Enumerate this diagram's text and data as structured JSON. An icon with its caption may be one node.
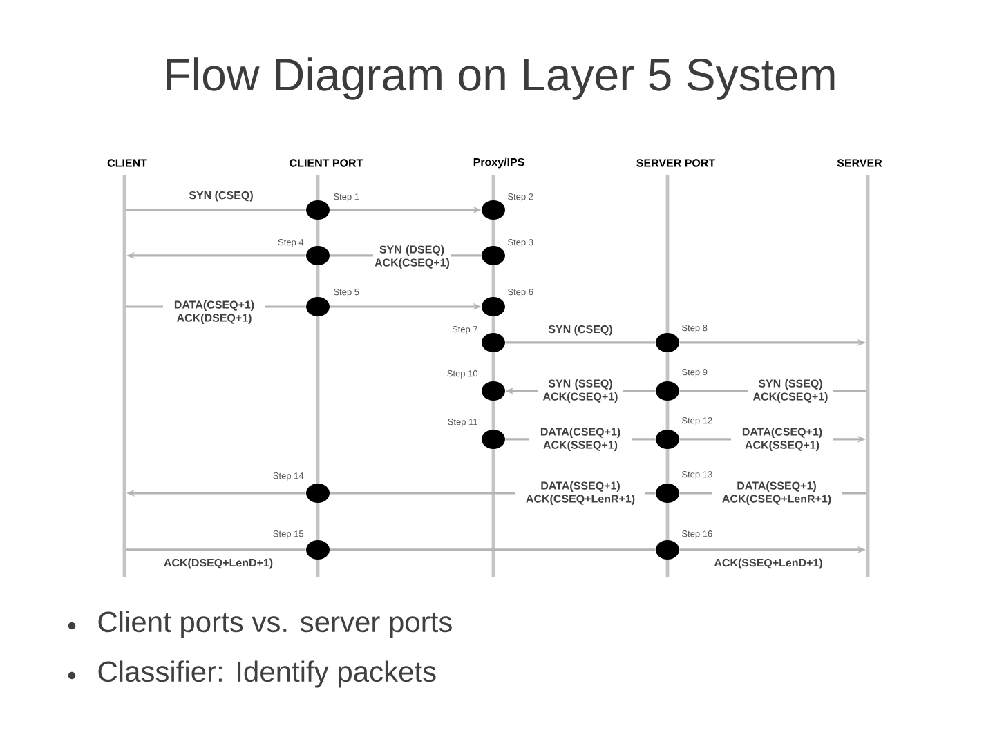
{
  "diagram": {
    "title": "Flow Diagram on Layer 5 System",
    "nodes": [
      {
        "text": [
          "CLIENT"
        ]
      },
      {
        "text": [
          "CLIENT PORT"
        ]
      },
      {
        "text": [
          "Proxy/IPS"
        ]
      },
      {
        "text": [
          "SERVER PORT"
        ]
      },
      {
        "text": [
          "SERVER"
        ]
      },
      {
        "text": [],
        "shape": "circle",
        "beside": [
          "Step 1"
        ]
      },
      {
        "text": [],
        "shape": "circle",
        "beside": [
          "Step 2"
        ]
      },
      {
        "text": [],
        "shape": "circle",
        "beside": [
          "Step 4"
        ]
      },
      {
        "text": [],
        "shape": "circle",
        "beside": [
          "Step 3"
        ]
      },
      {
        "text": [],
        "shape": "circle",
        "beside": [
          "Step 5"
        ]
      },
      {
        "text": [],
        "shape": "circle",
        "beside": [
          "Step 6"
        ]
      },
      {
        "text": [],
        "shape": "circle",
        "beside": [
          "Step 7"
        ]
      },
      {
        "text": [],
        "shape": "circle",
        "beside": [
          "Step 8"
        ]
      },
      {
        "text": [],
        "shape": "circle",
        "beside": [
          "Step 10"
        ]
      },
      {
        "text": [],
        "shape": "circle",
        "beside": [
          "Step 9"
        ]
      },
      {
        "text": [],
        "shape": "circle",
        "beside": [
          "Step 11"
        ]
      },
      {
        "text": [],
        "shape": "circle",
        "beside": [
          "Step 12"
        ]
      },
      {
        "text": [],
        "shape": "circle",
        "beside": [
          "Step 14"
        ]
      },
      {
        "text": [],
        "shape": "circle",
        "beside": [
          "Step 13"
        ]
      },
      {
        "text": [],
        "shape": "circle",
        "beside": [
          "Step 15"
        ]
      },
      {
        "text": [],
        "shape": "circle",
        "beside": [
          "Step 16"
        ]
      }
    ],
    "edges": [
      {
        "from": null,
        "to": 5,
        "arrow": "none",
        "label": "SYN (CSEQ)"
      },
      {
        "from": 5,
        "to": 6,
        "arrow": "to"
      },
      {
        "from": 8,
        "to": 7,
        "arrow": "none",
        "label": "SYN (DSEQ) ACK(CSEQ+1)"
      },
      {
        "from": 7,
        "to": null,
        "arrow": "to"
      },
      {
        "from": null,
        "to": 9,
        "arrow": "none",
        "label": "DATA(CSEQ+1) ACK(DSEQ+1)"
      },
      {
        "from": 9,
        "to": 10,
        "arrow": "to"
      },
      {
        "from": 11,
        "to": 12,
        "arrow": "none",
        "label": "SYN (CSEQ)"
      },
      {
        "from": 12,
        "to": null,
        "arrow": "to"
      },
      {
        "from": null,
        "to": 14,
        "arrow": "none",
        "label": "SYN (SSEQ) ACK(CSEQ+1)"
      },
      {
        "from": 14,
        "to": 13,
        "arrow": "to",
        "label": "SYN (SSEQ) ACK(CSEQ+1)"
      },
      {
        "from": 15,
        "to": 16,
        "arrow": "none",
        "label": "DATA(CSEQ+1) ACK(SSEQ+1)"
      },
      {
        "from": 16,
        "to": null,
        "arrow": "to",
        "label": "DATA(CSEQ+1) ACK(SSEQ+1)"
      },
      {
        "from": null,
        "to": 18,
        "arrow": "none",
        "label": "DATA(SSEQ+1) ACK(CSEQ+LenR+1)"
      },
      {
        "from": 18,
        "to": 17,
        "arrow": "none",
        "label": "DATA(SSEQ+1) ACK(CSEQ+LenR+1)"
      },
      {
        "from": 17,
        "to": null,
        "arrow": "to"
      },
      {
        "from": null,
        "to": 19,
        "arrow": "none",
        "label": "ACK(DSEQ+LenD+1)"
      },
      {
        "from": 19,
        "to": 20,
        "arrow": "none"
      },
      {
        "from": 20,
        "to": null,
        "arrow": "to",
        "label": "ACK(SSEQ+LenD+1)"
      }
    ],
    "labels": [
      "Client ports vs. server ports",
      "Classifier: Identify packets"
    ]
  }
}
